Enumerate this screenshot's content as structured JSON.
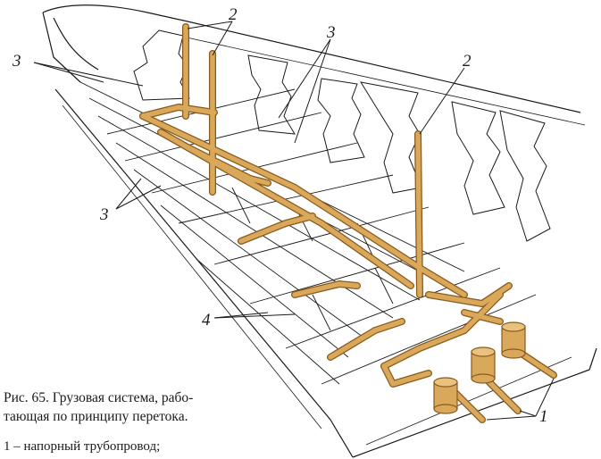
{
  "figure": {
    "caption_line1": "Рис. 65. Грузовая система, рабо-",
    "caption_line2": "тающая по принципу перетока.",
    "legend_line1": "1 – напорный трубопровод;",
    "callouts": {
      "label_1": "1",
      "label_2": "2",
      "label_3": "3",
      "label_4": "4"
    },
    "colors": {
      "pipe": "#d9a85a",
      "pipe_edge": "#8a5a1c",
      "line": "#1a1a1a",
      "background": "#ffffff"
    }
  }
}
